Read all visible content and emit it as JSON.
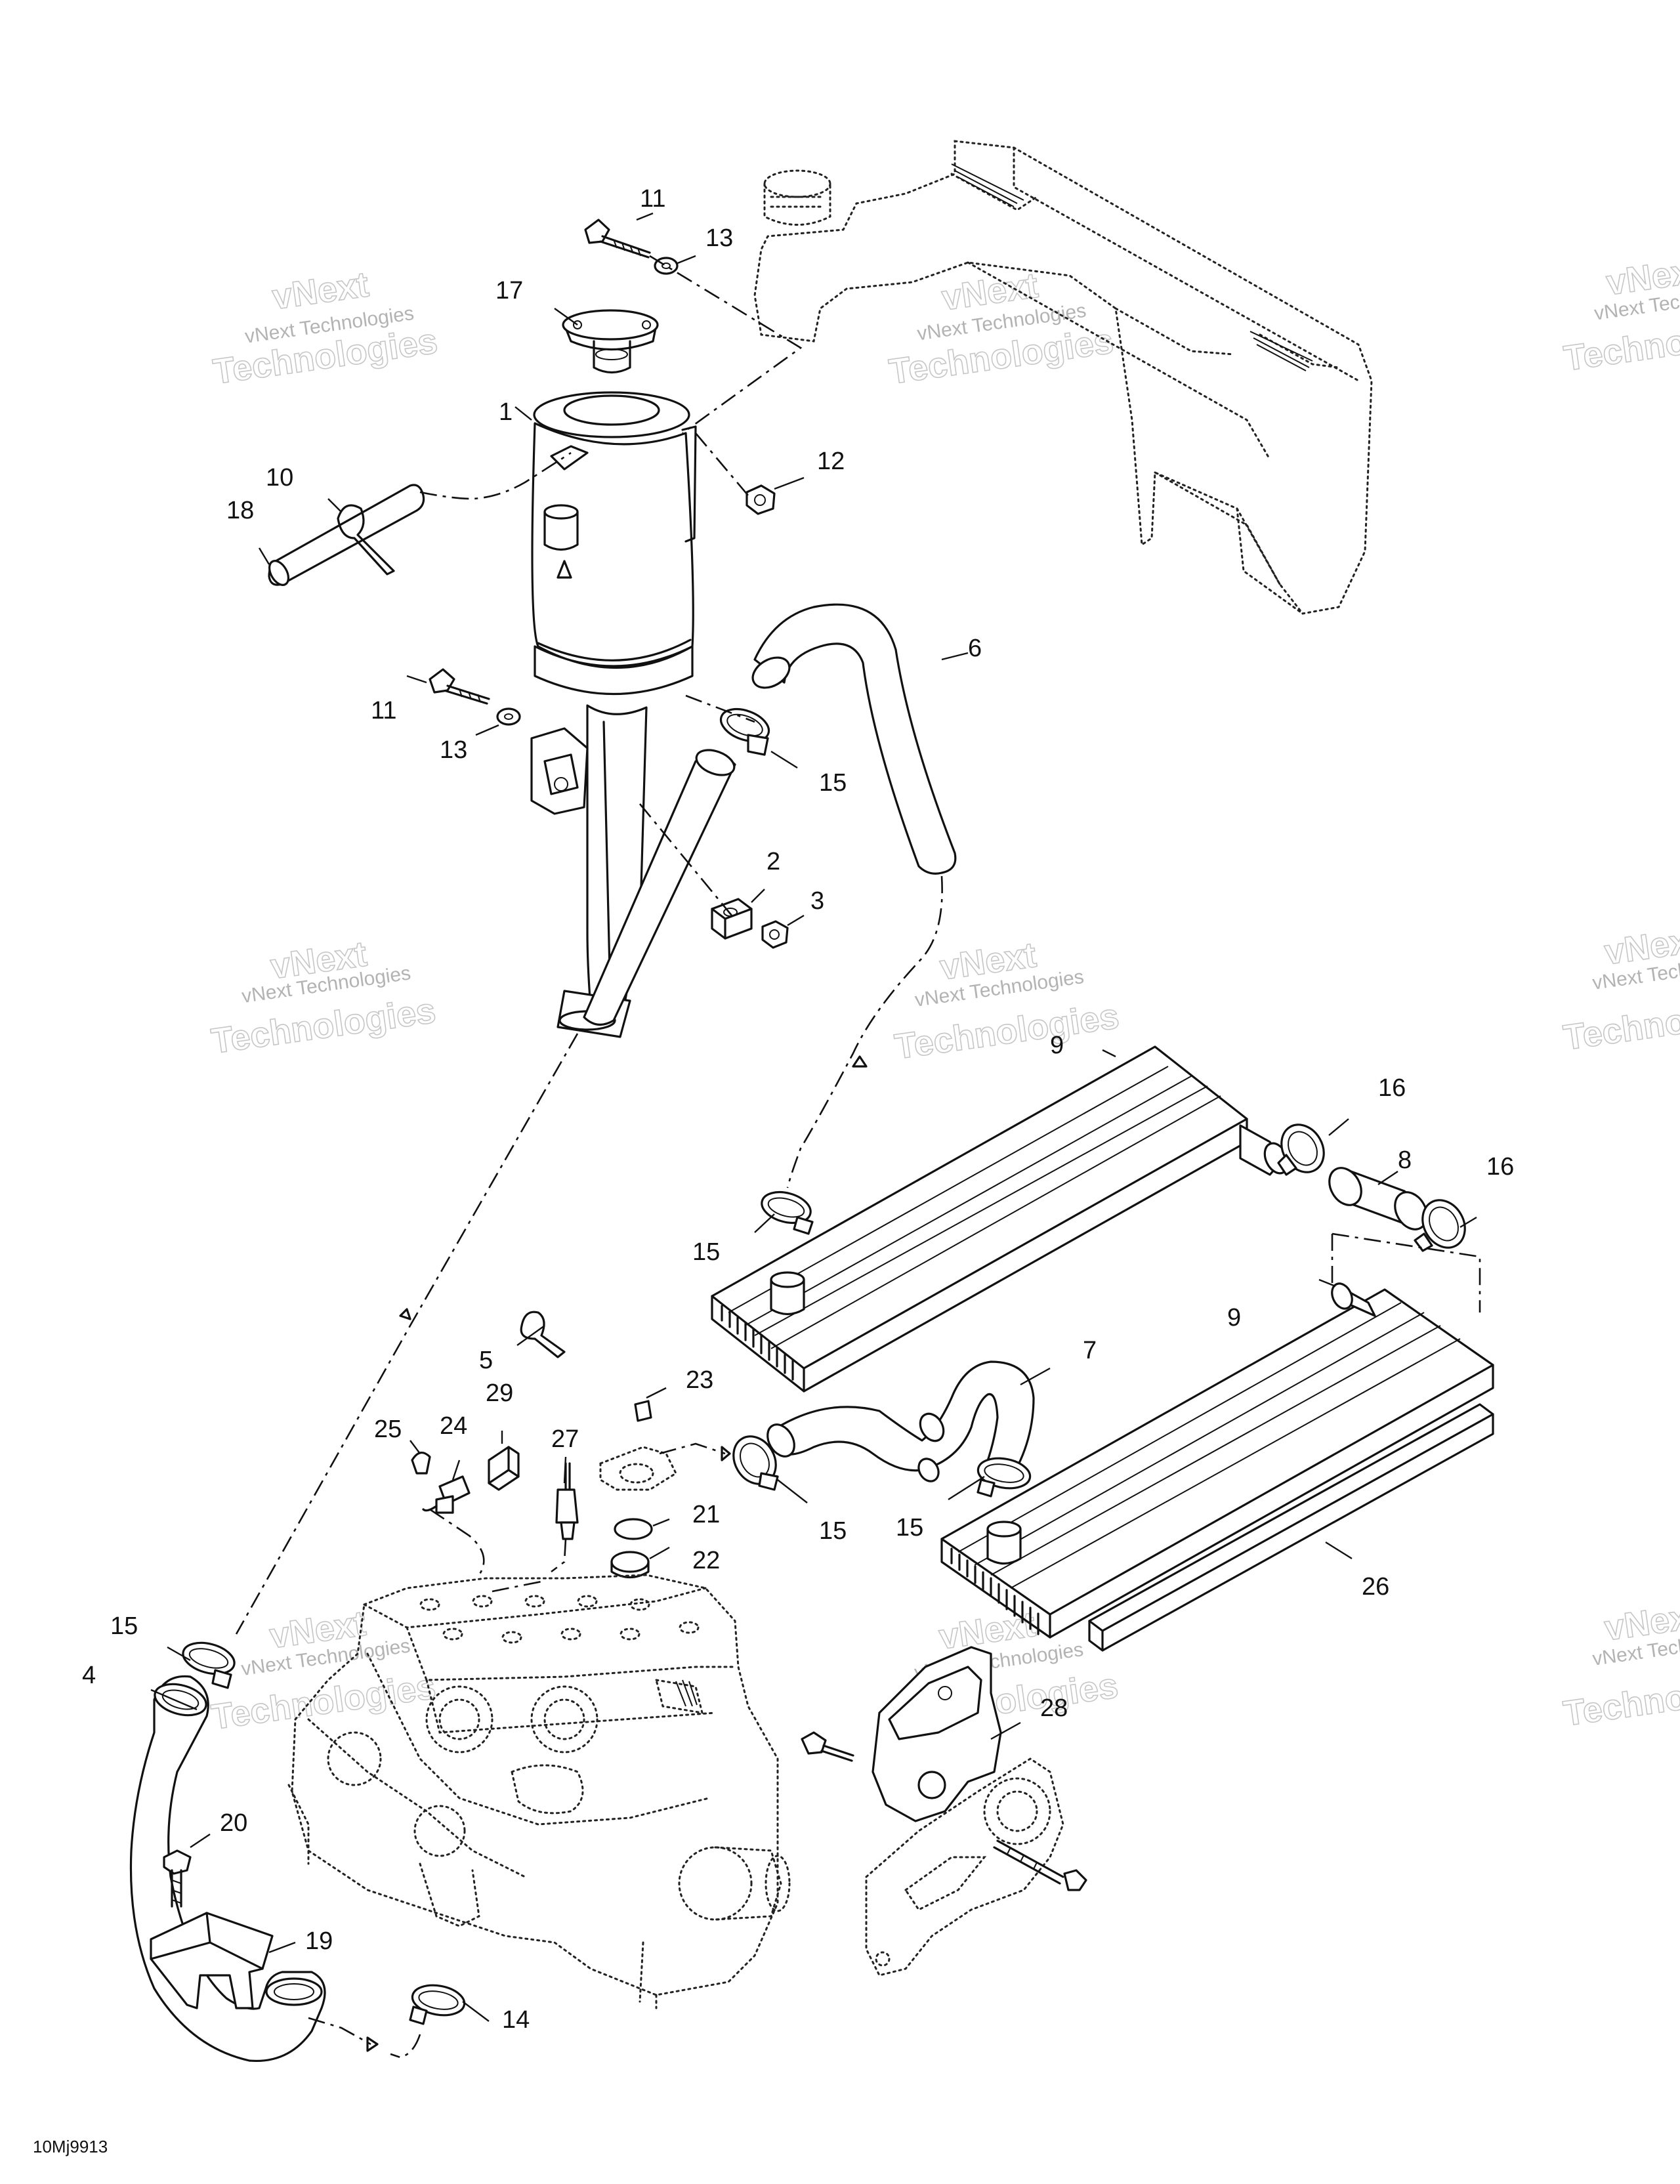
{
  "drawing_code": "10Mj9913",
  "watermark": {
    "line1": "vNext Technologies",
    "big1": "vNext",
    "big2": "Technologies"
  },
  "callouts": {
    "c1": "1",
    "c2": "2",
    "c3": "3",
    "c4": "4",
    "c5": "5",
    "c6": "6",
    "c7": "7",
    "c8": "8",
    "c9a": "9",
    "c9b": "9",
    "c10": "10",
    "c11a": "11",
    "c11b": "11",
    "c12": "12",
    "c13a": "13",
    "c13b": "13",
    "c14": "14",
    "c15a": "15",
    "c15b": "15",
    "c15c": "15",
    "c15d": "15",
    "c15e": "15",
    "c16a": "16",
    "c16b": "16",
    "c17": "17",
    "c18": "18",
    "c19": "19",
    "c20": "20",
    "c21": "21",
    "c22": "22",
    "c23": "23",
    "c24": "24",
    "c25": "25",
    "c26": "26",
    "c27": "27",
    "c28": "28",
    "c29": "29"
  }
}
